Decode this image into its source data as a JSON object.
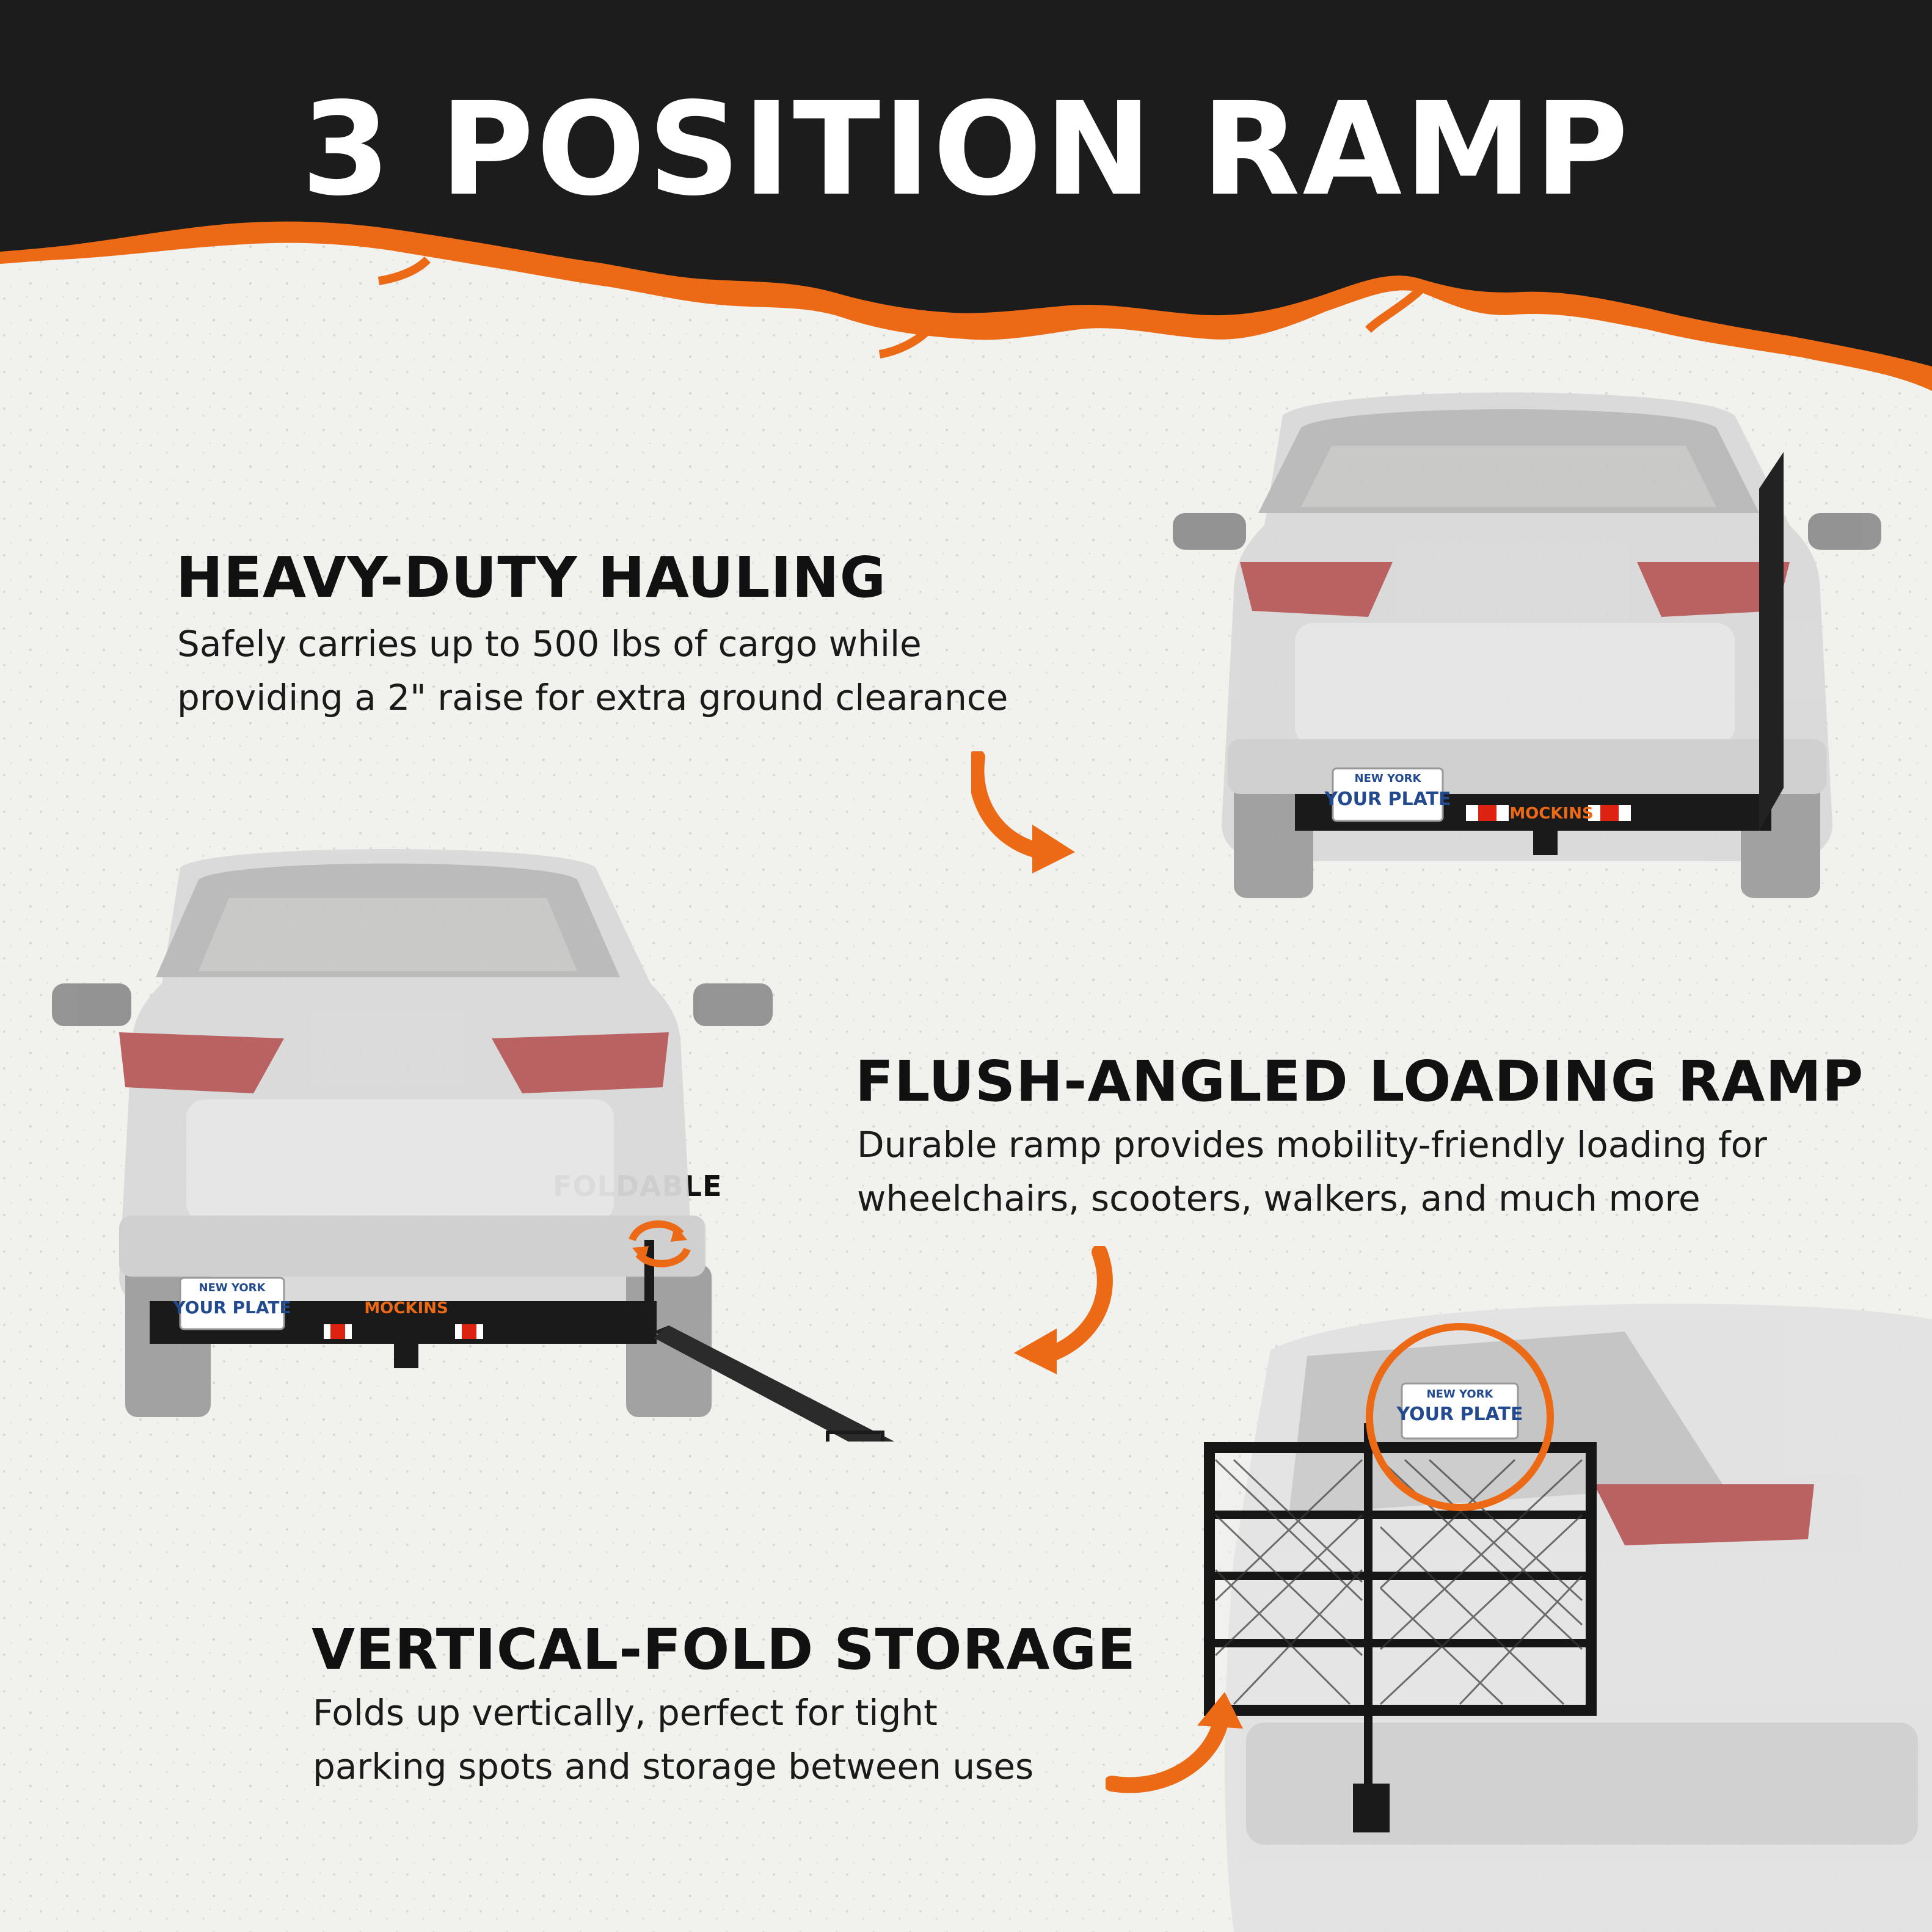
{
  "title": "3 POSITION RAMP",
  "colors": {
    "accent": "#ec6a16",
    "dark": "#1c1c1c",
    "background": "#f1f1ee",
    "text": "#111111"
  },
  "features": [
    {
      "heading": "HEAVY-DUTY HAULING",
      "lines": [
        "Safely carries up to 500 lbs of cargo while",
        "providing a 2\" raise for extra ground clearance"
      ]
    },
    {
      "heading": "FLUSH-ANGLED LOADING RAMP",
      "lines": [
        "Durable ramp provides mobility-friendly loading for",
        "wheelchairs, scooters, walkers, and much more"
      ]
    },
    {
      "heading": "VERTICAL-FOLD STORAGE",
      "lines": [
        "Folds up vertically, perfect for tight",
        "parking spots and storage between uses"
      ]
    }
  ],
  "callout": "FOLDABLE",
  "plate": {
    "state": "NEW YORK",
    "text": "YOUR PLATE"
  },
  "brand": "MOCKINS",
  "icons": [
    "curved-arrow-icon",
    "rotate-arrows-icon"
  ]
}
